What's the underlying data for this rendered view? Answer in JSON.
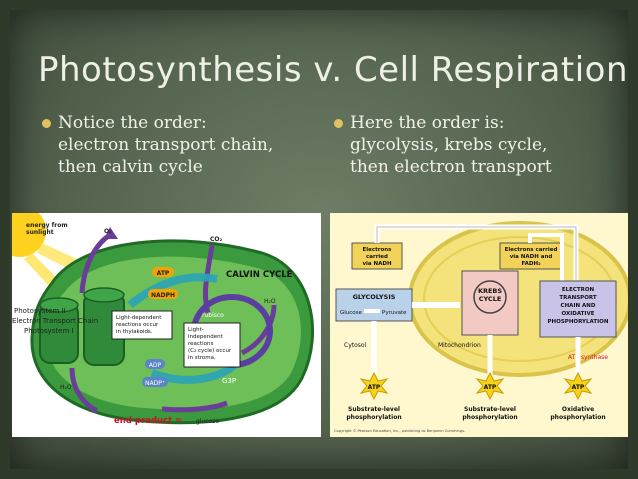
{
  "slide": {
    "title": "Photosynthesis  v. Cell Respiration",
    "left_bullet": {
      "line1": "Notice the order:",
      "line2": "electron transport chain,",
      "line3": "then calvin cycle"
    },
    "right_bullet": {
      "line1": "Here the order is:",
      "line2": "glycolysis, krebs cycle,",
      "line3": "then electron transport"
    }
  },
  "photosynthesis_figure": {
    "energy_label_1": "energy from",
    "energy_label_2": "sunlight",
    "o2": "O₂",
    "co2": "CO₂",
    "atp": "ATP",
    "nadph": "NADPH",
    "calvin": "CALVIN CYCLE",
    "h2o_right": "H₂O",
    "ps2": "Photosystem II",
    "etc": "Electron Transport Chain",
    "ps1": "Photosystem I",
    "light_dep_1": "Light-dependent",
    "light_dep_2": "reactions occur",
    "light_dep_3": "in thylakoids.",
    "rubisco": "rubisco",
    "light_ind_1": "Light-",
    "light_ind_2": "independent",
    "light_ind_3": "reactions",
    "light_ind_4": "(C₂ cycle) occur",
    "light_ind_5": "in stroma.",
    "adp": "ADP",
    "nadp": "NADP⁺",
    "g3p": "G3P",
    "h2o_left": "H₂O",
    "end_product": "end product =",
    "glucose": "glucose"
  },
  "respiration_figure": {
    "electrons_nadh_1": "Electrons",
    "electrons_nadh_2": "carried",
    "electrons_nadh_3": "via NADH",
    "electrons_fadh_1": "Electrons carried",
    "electrons_fadh_2": "via NADH and",
    "electrons_fadh_3": "FADH₂",
    "glycolysis": "GLYCOLYSIS",
    "glucose": "Glucose",
    "pyruvate": "Pyruvate",
    "krebs_1": "KREBS",
    "krebs_2": "CYCLE",
    "etc_1": "ELECTRON",
    "etc_2": "TRANSPORT",
    "etc_3": "CHAIN AND",
    "etc_4": "OXIDATIVE",
    "etc_5": "PHOSPHORYLATION",
    "cytosol": "Cytosol",
    "mitochondrion": "Mitochondrion",
    "atp_synthase": "ATP synthase",
    "atp": "ATP",
    "sub1_1": "Substrate-level",
    "sub1_2": "phosphorylation",
    "sub2_1": "Substrate-level",
    "sub2_2": "phosphorylation",
    "ox_1": "Oxidative",
    "ox_2": "phosphorylation",
    "copyright": "Copyright © Pearson Education, Inc., publishing as Benjamin Cummings."
  },
  "colors": {
    "background": "#55644f",
    "bullet_dot": "#e2c160",
    "chloroplast_green": "#2e8b3a",
    "arrow_purple": "#6a3d9a",
    "arrow_teal": "#2aa3b8",
    "respiration_bg": "#fff8cf",
    "mito_yellow": "#f4e27a",
    "glycolysis_blue": "#b9d2ea",
    "krebs_pink": "#f3c9c3",
    "etc_purple": "#c9c3e8"
  }
}
